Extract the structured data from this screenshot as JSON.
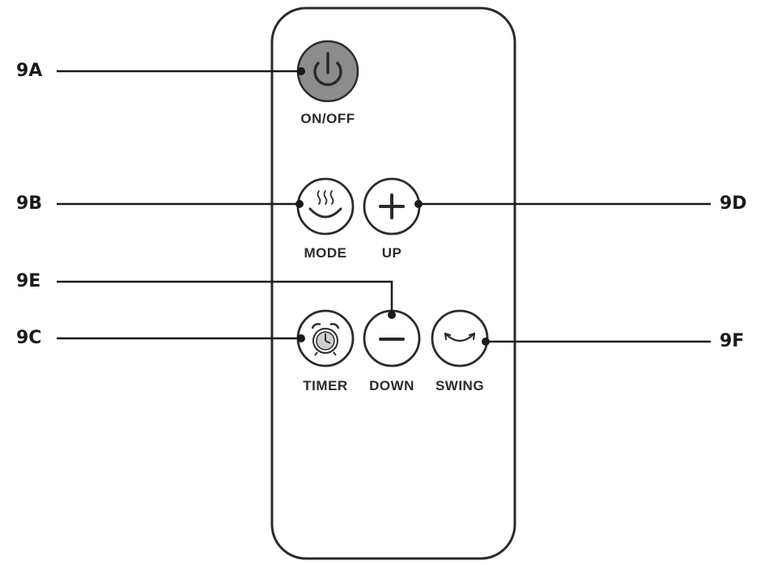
{
  "colors": {
    "outline": "#2b2b2b",
    "power_fill": "#8c8c8c",
    "text": "#2a2a2a"
  },
  "callouts": {
    "9A": "9A",
    "9B": "9B",
    "9C": "9C",
    "9D": "9D",
    "9E": "9E",
    "9F": "9F"
  },
  "buttons": {
    "power": {
      "label": "ON/OFF",
      "icon": "power-icon"
    },
    "mode": {
      "label": "MODE",
      "icon": "heat-wave-icon"
    },
    "up": {
      "label": "UP",
      "icon": "plus-icon"
    },
    "timer": {
      "label": "TIMER",
      "icon": "alarm-clock-icon"
    },
    "down": {
      "label": "DOWN",
      "icon": "minus-icon"
    },
    "swing": {
      "label": "SWING",
      "icon": "swing-arrows-icon"
    }
  }
}
